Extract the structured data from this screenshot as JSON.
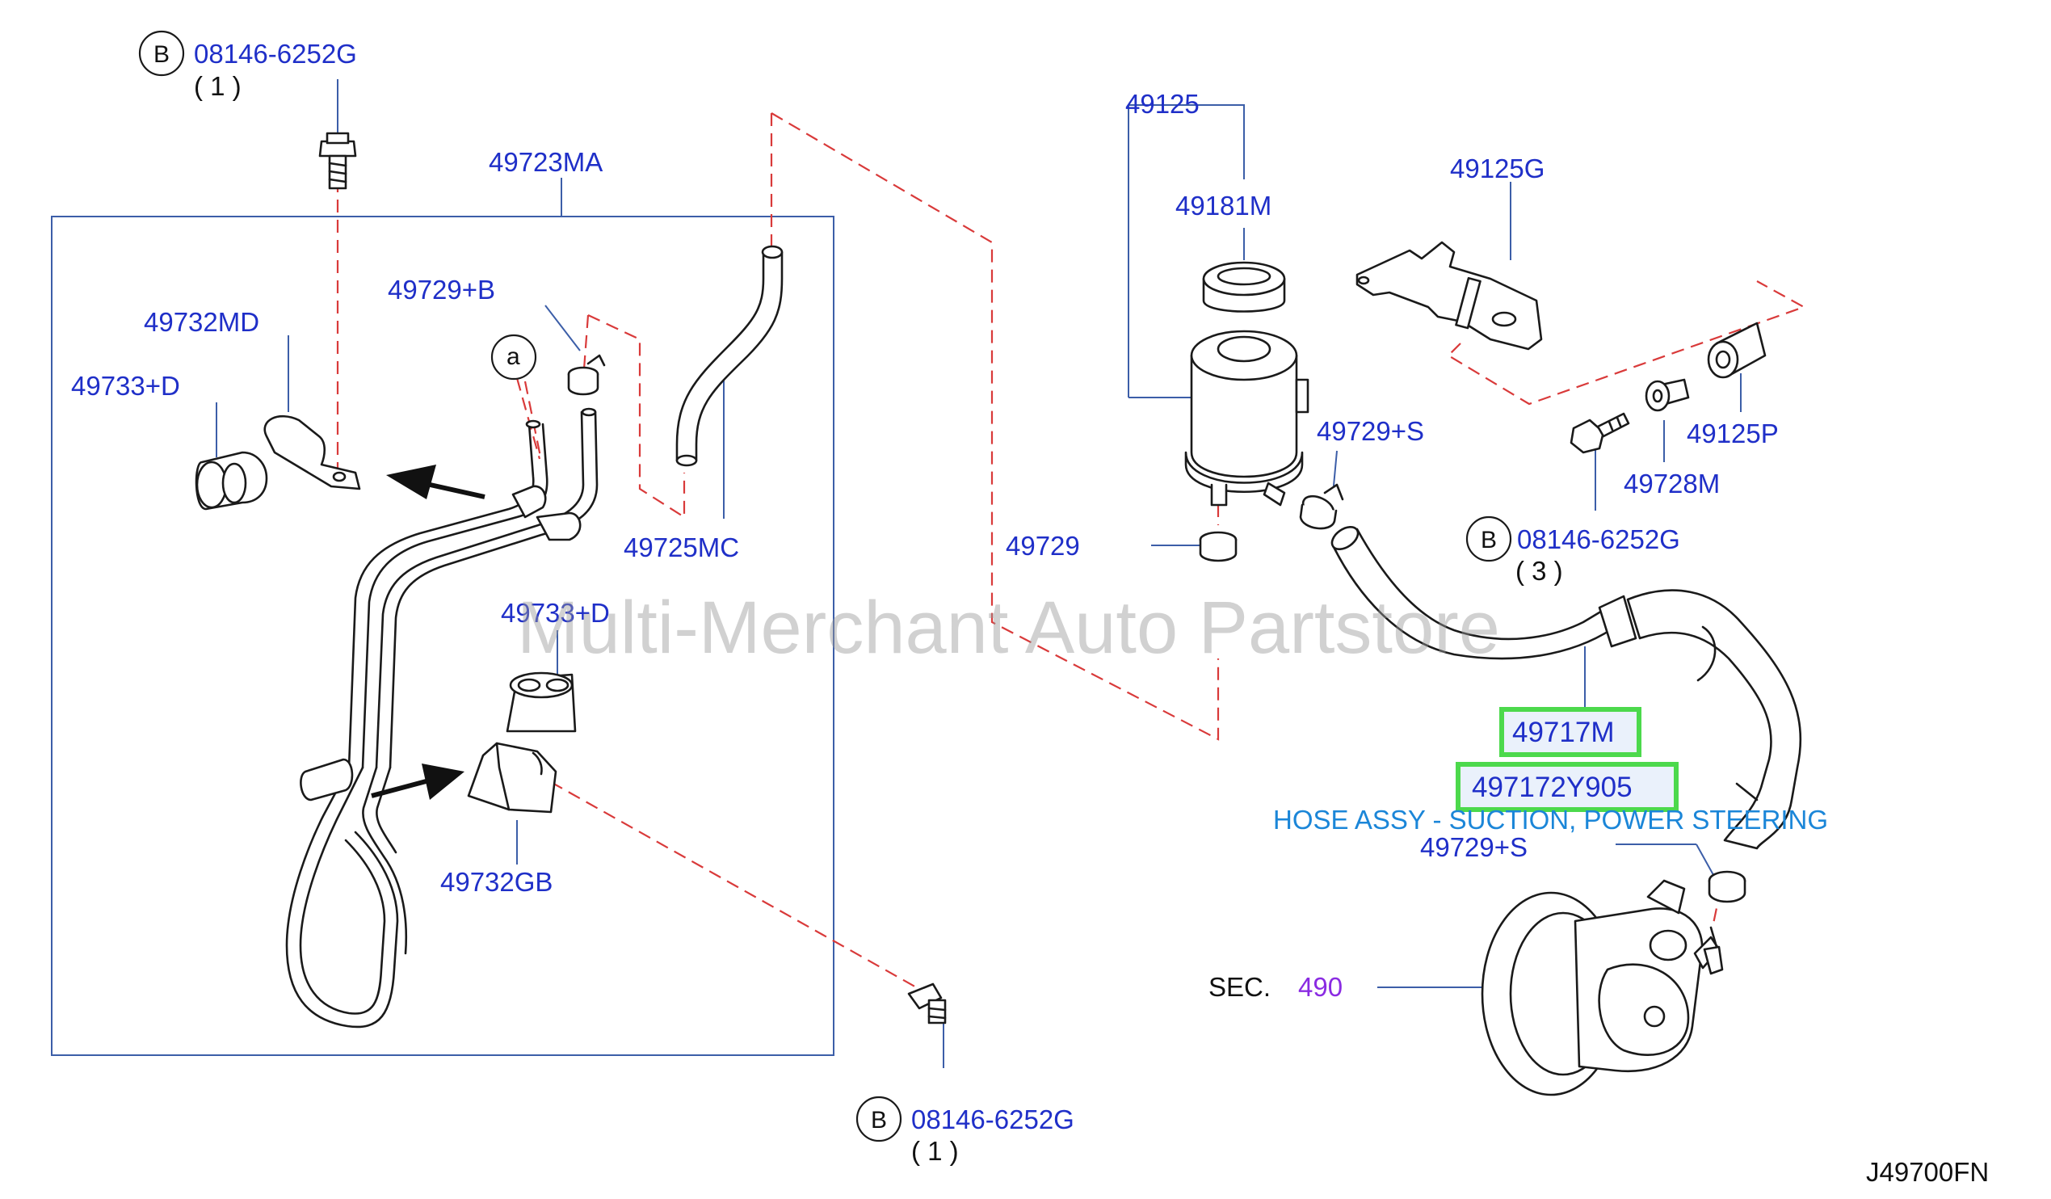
{
  "labels": {
    "bolt_top_symbol": "B",
    "bolt_top_part": "08146-6252G",
    "bolt_top_qty": "( 1 )",
    "tube_assy": "49723MA",
    "clamp_b": "49729+B",
    "bracket_md": "49732MD",
    "insulator_d_top": "49733+D",
    "callout_a": "a",
    "hose_mc": "49725MC",
    "insulator_d_lower": "49733+D",
    "bracket_gb": "49732GB",
    "bolt_bottom_symbol": "B",
    "bolt_bottom_part": "08146-6252G",
    "bolt_bottom_qty": "( 1 )",
    "reservoir": "49125",
    "cap": "49181M",
    "bracket_g": "49125G",
    "clamp_s_top": "49729+S",
    "hose_49729": "49729",
    "grommet_p": "49125P",
    "washer_m": "49728M",
    "bolt_right_symbol": "B",
    "bolt_right_part": "08146-6252G",
    "bolt_right_qty": "( 3 )",
    "hose_m": "49717M",
    "hose_part_no": "497172Y905",
    "hose_description": "HOSE ASSY - SUCTION, POWER STEERING",
    "clamp_s_bottom": "49729+S",
    "sec_label": "SEC.",
    "sec_number": "490",
    "diagram_code": "J49700FN",
    "watermark": "Multi-Merchant Auto Partstore"
  },
  "colors": {
    "part_text": "#1f2fc8",
    "description_text": "#1b86d8",
    "highlight_border": "#4cd94c",
    "dashed_line": "#d93a3a",
    "leader_line": "#3c5ea8",
    "sec_number": "#8a2be2"
  }
}
